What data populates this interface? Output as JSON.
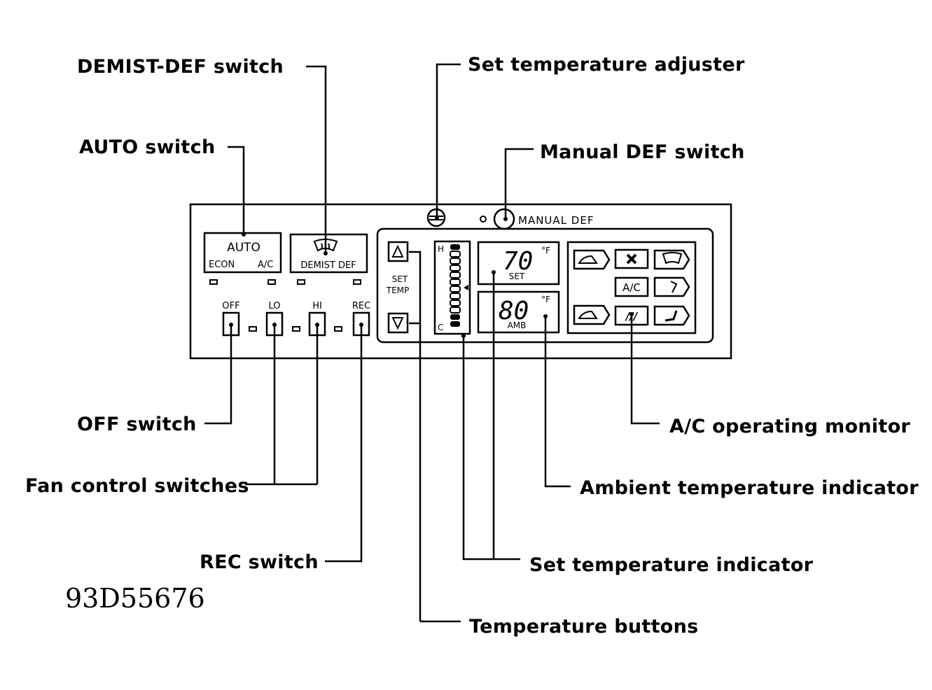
{
  "callouts": {
    "demist_def": "DEMIST-DEF switch",
    "auto": "AUTO switch",
    "set_temp_adjuster": "Set temperature adjuster",
    "manual_def": "Manual DEF switch",
    "off": "OFF switch",
    "fan_control": "Fan control switches",
    "rec": "REC switch",
    "ac_monitor": "A/C operating monitor",
    "ambient_indicator": "Ambient temperature indicator",
    "set_temp_indicator": "Set temperature indicator",
    "temp_buttons": "Temperature buttons"
  },
  "panel": {
    "auto_label": "AUTO",
    "econ_label": "ECON",
    "ac_label": "A/C",
    "demist_label": "DEMIST DEF",
    "manual_def_label": "MANUAL DEF",
    "off_label": "OFF",
    "lo_label": "LO",
    "hi_label": "HI",
    "rec_label": "REC",
    "set_temp_line1": "SET",
    "set_temp_line2": "TEMP",
    "bar_hot": "H",
    "bar_cold": "C",
    "set_value": "70",
    "set_unit": "°F",
    "set_caption": "SET",
    "amb_value": "80",
    "amb_unit": "°F",
    "amb_caption": "AMB",
    "monitor_ac": "A/C",
    "monitor_rec": "///"
  },
  "figure_code": "93D55676",
  "icons": [
    "defrost-icon",
    "adjuster-knob-icon",
    "up-triangle-icon",
    "down-triangle-icon",
    "car-fresh-icon",
    "fan-icon",
    "windshield-icon",
    "vent-face-icon",
    "car-recirc-icon",
    "vent-feet-icon"
  ]
}
